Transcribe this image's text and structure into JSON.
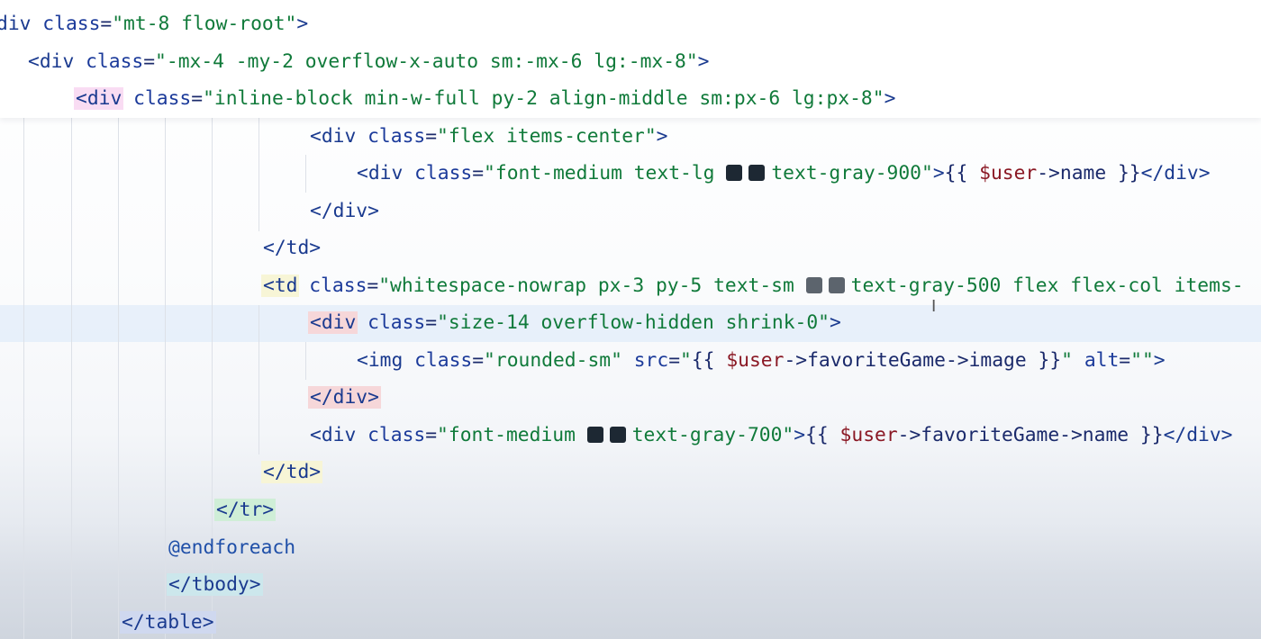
{
  "editor": {
    "cursor": "I",
    "lines": [
      [
        {
          "t": "div ",
          "c": "tag"
        },
        {
          "t": "class",
          "c": "attr"
        },
        {
          "t": "=",
          "c": "txt"
        },
        {
          "t": "\"mt-8 flow-root\"",
          "c": "str"
        },
        {
          "t": ">",
          "c": "tag"
        }
      ],
      [
        {
          "t": "<div ",
          "c": "tag"
        },
        {
          "t": "class",
          "c": "attr"
        },
        {
          "t": "=",
          "c": "txt"
        },
        {
          "t": "\"-mx-4 -my-2 overflow-x-auto sm:-mx-6 lg:-mx-8\"",
          "c": "str"
        },
        {
          "t": ">",
          "c": "tag"
        }
      ],
      [
        {
          "t": "<div",
          "c": "tag",
          "hl": "pink"
        },
        {
          "t": " class",
          "c": "attr"
        },
        {
          "t": "=",
          "c": "txt"
        },
        {
          "t": "\"inline-block min-w-full py-2 align-middle sm:px-6 lg:px-8\"",
          "c": "str"
        },
        {
          "t": ">",
          "c": "tag"
        }
      ],
      [
        {
          "t": "<div ",
          "c": "tag"
        },
        {
          "t": "class",
          "c": "attr"
        },
        {
          "t": "=",
          "c": "txt"
        },
        {
          "t": "\"flex items-center\"",
          "c": "str"
        },
        {
          "t": ">",
          "c": "tag"
        }
      ],
      [
        {
          "t": "<div ",
          "c": "tag"
        },
        {
          "t": "class",
          "c": "attr"
        },
        {
          "t": "=",
          "c": "txt"
        },
        {
          "t": "\"font-medium text-lg ",
          "c": "str"
        },
        {
          "sw": "dark"
        },
        {
          "sw": "dark"
        },
        {
          "t": "text-gray-900\"",
          "c": "str"
        },
        {
          "t": ">",
          "c": "tag"
        },
        {
          "t": "{{ ",
          "c": "txt",
          "hl": "blade"
        },
        {
          "t": "$user",
          "c": "var",
          "hl": "blade"
        },
        {
          "t": "->name }}",
          "c": "txt",
          "hl": "blade"
        },
        {
          "t": "</div>",
          "c": "tag"
        }
      ],
      [
        {
          "t": "</div>",
          "c": "tag"
        }
      ],
      [
        {
          "t": "</td>",
          "c": "tag"
        }
      ],
      [
        {
          "t": "<td",
          "c": "tag",
          "hl": "yellow"
        },
        {
          "t": " class",
          "c": "attr"
        },
        {
          "t": "=",
          "c": "txt"
        },
        {
          "t": "\"whitespace-nowrap px-3 py-5 text-sm ",
          "c": "str"
        },
        {
          "sw": "mid"
        },
        {
          "sw": "mid"
        },
        {
          "t": "text-gray-500 flex flex-col items-",
          "c": "str"
        }
      ],
      [
        {
          "t": "<div",
          "c": "tag",
          "hl": "red"
        },
        {
          "t": " class",
          "c": "attr"
        },
        {
          "t": "=",
          "c": "txt"
        },
        {
          "t": "\"size-14 overflow-hidden shrink-0\"",
          "c": "str"
        },
        {
          "t": ">",
          "c": "tag"
        }
      ],
      [
        {
          "t": "<img ",
          "c": "tag"
        },
        {
          "t": "class",
          "c": "attr"
        },
        {
          "t": "=",
          "c": "txt"
        },
        {
          "t": "\"rounded-sm\" ",
          "c": "str"
        },
        {
          "t": "src",
          "c": "attr"
        },
        {
          "t": "=",
          "c": "txt"
        },
        {
          "t": "\"",
          "c": "str"
        },
        {
          "t": "{{ ",
          "c": "txt",
          "hl": "blade"
        },
        {
          "t": "$user",
          "c": "var",
          "hl": "blade"
        },
        {
          "t": "->favoriteGame->image }}",
          "c": "txt",
          "hl": "blade"
        },
        {
          "t": "\" ",
          "c": "str"
        },
        {
          "t": "alt",
          "c": "attr"
        },
        {
          "t": "=",
          "c": "txt"
        },
        {
          "t": "\"\"",
          "c": "str"
        },
        {
          "t": ">",
          "c": "tag"
        }
      ],
      [
        {
          "t": "</div>",
          "c": "tag",
          "hl": "red"
        }
      ],
      [
        {
          "t": "<div ",
          "c": "tag"
        },
        {
          "t": "class",
          "c": "attr"
        },
        {
          "t": "=",
          "c": "txt"
        },
        {
          "t": "\"font-medium ",
          "c": "str"
        },
        {
          "sw": "dark"
        },
        {
          "sw": "dark"
        },
        {
          "t": "text-gray-700\"",
          "c": "str"
        },
        {
          "t": ">",
          "c": "tag"
        },
        {
          "t": "{{ ",
          "c": "txt",
          "hl": "blade"
        },
        {
          "t": "$user",
          "c": "var",
          "hl": "blade"
        },
        {
          "t": "->favoriteGame->name }}",
          "c": "txt",
          "hl": "blade"
        },
        {
          "t": "</div>",
          "c": "tag"
        }
      ],
      [
        {
          "t": "</td>",
          "c": "tag",
          "hl": "yellow"
        }
      ],
      [
        {
          "t": "</tr>",
          "c": "tag",
          "hl": "green"
        }
      ],
      [
        {
          "t": "@endforeach",
          "c": "dir"
        }
      ],
      [
        {
          "t": "</tbody>",
          "c": "tag",
          "hl": "teal"
        }
      ],
      [
        {
          "t": "</table>",
          "c": "tag",
          "hl": "purple"
        }
      ]
    ]
  }
}
